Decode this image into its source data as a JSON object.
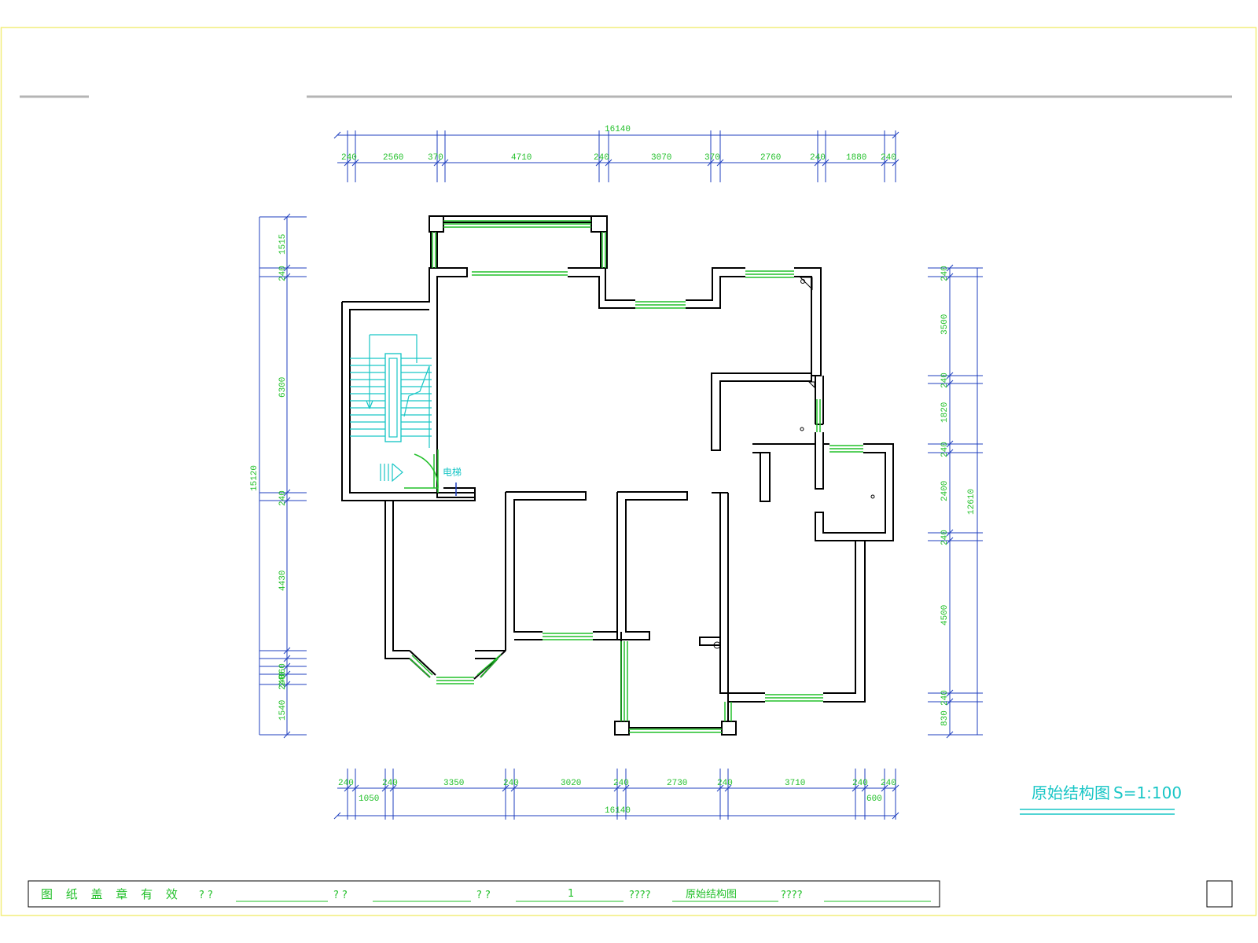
{
  "title_block": {
    "stamp_note": "图 纸 盖 章 有 效",
    "label_1": "? ?",
    "value_1": "",
    "label_2": "? ?",
    "value_2": "",
    "label_3": "? ?",
    "value_3": "1",
    "label_4": "????",
    "value_4": "原始结构图",
    "label_5": "????",
    "value_5": ""
  },
  "drawing_title": "原始结构图",
  "drawing_scale": "S=1:100",
  "room_labels": {
    "elevator": "电梯"
  },
  "dimensions": {
    "top_total": "16140",
    "top_segments": [
      "240",
      "2560",
      "370",
      "4710",
      "240",
      "3070",
      "370",
      "2760",
      "240",
      "1880",
      "240"
    ],
    "bottom_segments": [
      "240",
      "240",
      "3350",
      "240",
      "3020",
      "240",
      "2730",
      "240",
      "3710",
      "240",
      "240"
    ],
    "bottom_sub_left": "1050",
    "bottom_sub_right": "600",
    "bottom_total": "16140",
    "left_total": "15120",
    "left_segments": [
      "1515",
      "240",
      "6300",
      "240",
      "4430",
      "360",
      "240",
      "240",
      "1540"
    ],
    "right_total": "12610",
    "right_segments": [
      "240",
      "3500",
      "240",
      "1820",
      "240",
      "2400",
      "240",
      "4500",
      "240",
      "830"
    ]
  },
  "colors": {
    "frame": "#f2ee7a",
    "wall": "#000000",
    "window": "#22c02a",
    "dimension": "#1f3fbf",
    "stair": "#19c6c6",
    "header_rule": "#b4b4b4"
  }
}
